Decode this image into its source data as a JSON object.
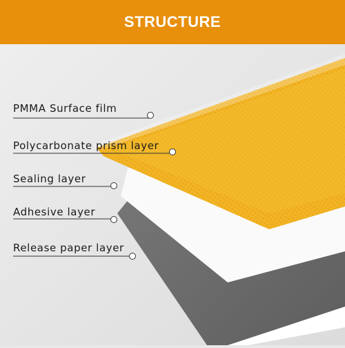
{
  "header": {
    "title": "STRUCTURE"
  },
  "layers": [
    {
      "label": "PMMA Surface film"
    },
    {
      "label": "Polycarbonate prism layer"
    },
    {
      "label": "Sealing layer"
    },
    {
      "label": "Adhesive layer"
    },
    {
      "label": "Release paper layer"
    }
  ],
  "colors": {
    "header_bg": "#e88f0c",
    "prism_layer": "#f2b424",
    "adhesive_layer": "#6e6e6e",
    "release_layer": "#ffffff"
  }
}
